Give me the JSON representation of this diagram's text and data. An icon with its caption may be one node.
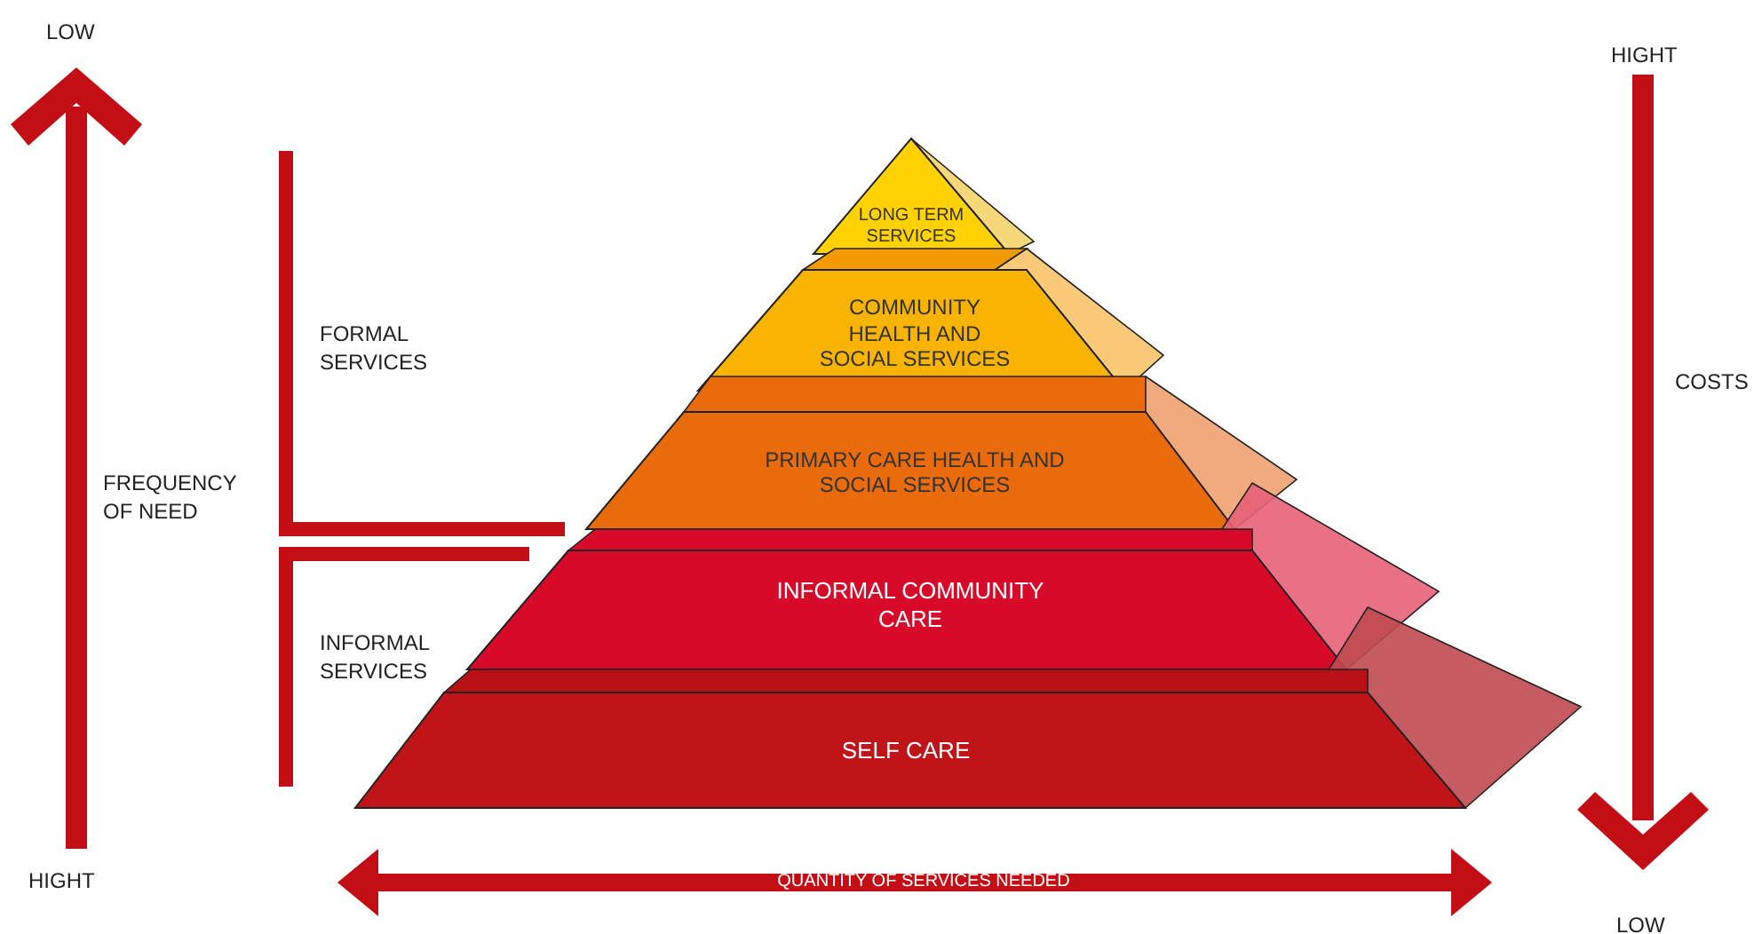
{
  "diagram": {
    "nodes": [
      {
        "text": [
          "LONG TERM SERVICES"
        ]
      },
      {
        "text": [
          "COMMUNITY HEALTH AND SOCIAL SERVICES"
        ]
      },
      {
        "text": [
          "PRIMARY CARE HEALTH AND SOCIAL SERVICES"
        ]
      },
      {
        "text": [
          "INFORMAL COMMUNITY CARE"
        ]
      },
      {
        "text": [
          "SELF CARE"
        ]
      }
    ],
    "labels": [
      "LOW",
      "HIGHT",
      "FREQUENCY OF NEED",
      "FORMAL SERVICES",
      "INFORMAL SERVICES",
      "HIGHT",
      "COSTS",
      "LOW",
      "QUANTITY OF SERVICES NEEDED"
    ]
  }
}
